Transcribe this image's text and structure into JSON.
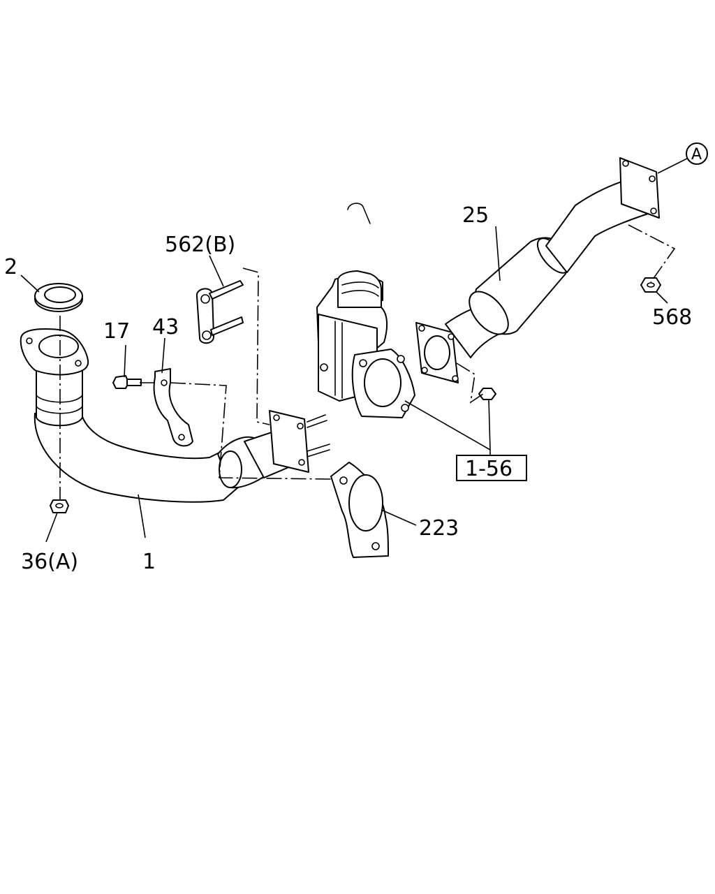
{
  "callouts": {
    "front_pipe": "1",
    "gasket": "2",
    "bolt": "17",
    "nut_a": "36(A)",
    "clamp": "43",
    "stud_plate": "562(B)",
    "bracket": "223",
    "rear_pipe": "25",
    "nut_568": "568",
    "ref_section": "1-56",
    "view_marker": "A"
  },
  "colors": {
    "line": "#000000",
    "background": "#ffffff"
  }
}
